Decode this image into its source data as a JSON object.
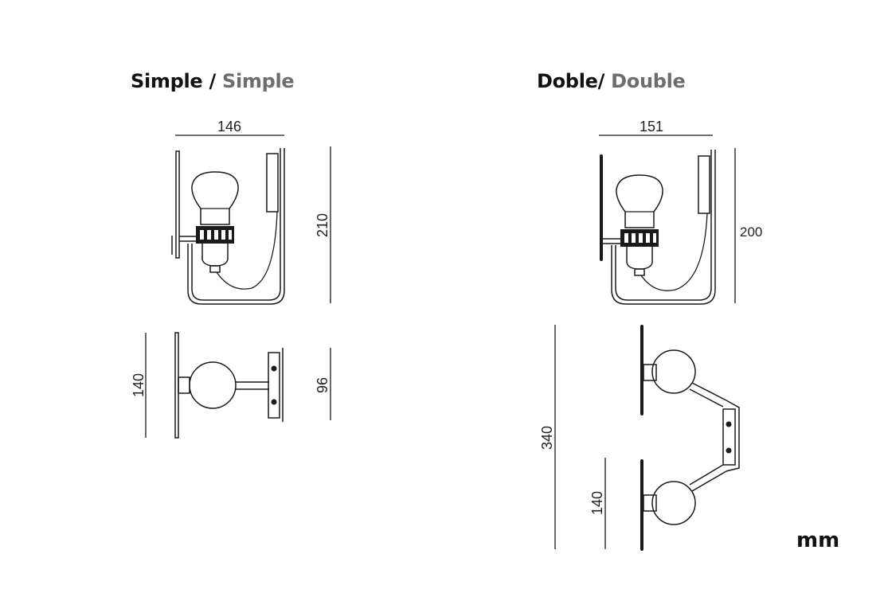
{
  "headings": {
    "simple": {
      "primary": "Simple",
      "separator": " / ",
      "secondary": "Simple"
    },
    "double": {
      "primary": "Doble",
      "separator": "/ ",
      "secondary": "Double"
    }
  },
  "dimensions": {
    "simple_width": "146",
    "simple_height": "210",
    "simple_plate": "140",
    "simple_bracket": "96",
    "double_width": "151",
    "double_height": "200",
    "double_span": "340",
    "double_plate": "140"
  },
  "unit": "mm",
  "colors": {
    "primary_text": "#111111",
    "secondary_text": "#6d6d6d",
    "line": "#1a1a1a"
  }
}
